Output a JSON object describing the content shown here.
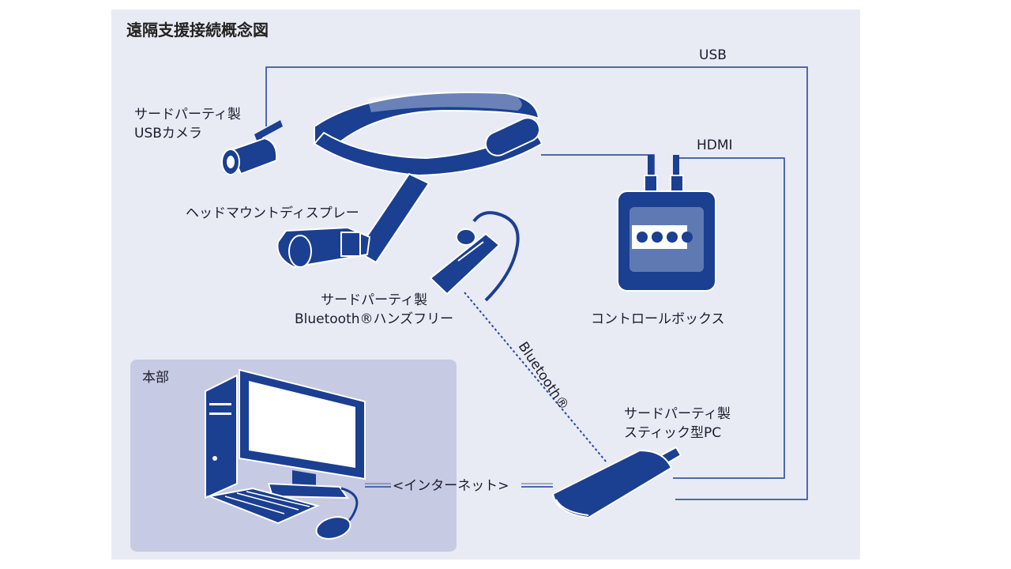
{
  "diagram": {
    "title": "遠隔支援接続概念図",
    "labels": {
      "usb": "USB",
      "hdmi": "HDMI",
      "usb_camera": [
        "サードパーティ製",
        "USBカメラ"
      ],
      "hmd": "ヘッドマウントディスプレー",
      "handsfree_line1": "サードパーティ製",
      "handsfree_line2": "Bluetooth®ハンズフリー",
      "control_box": "コントロールボックス",
      "bluetooth_link": "Bluetooth®",
      "hq": "本部",
      "stick_pc": [
        "サードパーティ製",
        "スティック型PC"
      ],
      "internet": "<インターネット>"
    },
    "colors": {
      "device": "#1b3f91",
      "line": "#4f69a8",
      "panel": "#e9ebf4",
      "hq_area": "#c6cae2",
      "highlight": "#ffffff"
    }
  }
}
